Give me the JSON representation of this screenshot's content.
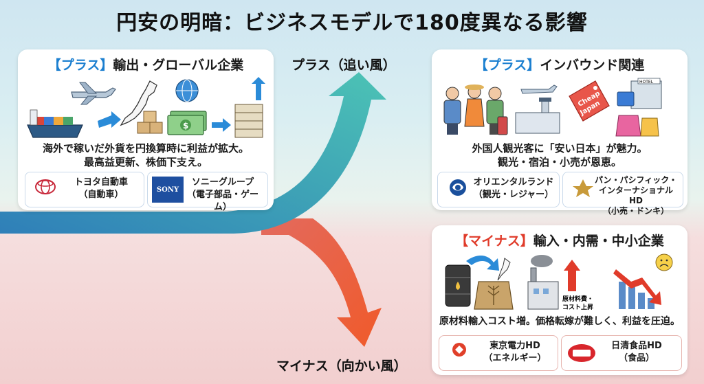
{
  "title": "円安の明暗：ビジネスモデルで180度異なる影響",
  "labels": {
    "plus_wind": "プラス（追い風）",
    "minus_wind": "マイナス（向かい風）"
  },
  "colors": {
    "plus_tag": "#1b7fd0",
    "minus_tag": "#e03b2a",
    "arrow_up": "#3fb3b0",
    "arrow_down": "#e8553f"
  },
  "export": {
    "tag": "【プラス】",
    "title": "輸出・グローバル企業",
    "desc_line1": "海外で稼いだ外貨を円換算時に利益が拡大。",
    "desc_line2": "最高益更新、株価下支え。",
    "companies": [
      {
        "name": "トヨタ自動車",
        "sector": "（自動車）",
        "logo_text": "トヨタ自動車"
      },
      {
        "name": "ソニーグループ",
        "sector": "（電子部品・ゲーム）",
        "logo_text": "SONY"
      }
    ]
  },
  "inbound": {
    "tag": "【プラス】",
    "title": "インバウンド関連",
    "desc_line1": "外国人観光客に「安い日本」が魅力。",
    "desc_line2": "観光・宿泊・小売が恩恵。",
    "tag_text_1": "Cheap",
    "tag_text_2": "Japan",
    "hotel_sign": "HOTEL",
    "companies": [
      {
        "name": "オリエンタルランド",
        "sector": "（観光・レジャー）",
        "logo_text": "オリエンタルランド"
      },
      {
        "name": "パン・パシフィック・",
        "name2": "インターナショナルHD",
        "sector": "（小売・ドンキ）",
        "logo_text": "パン・パシフィック・インターナショナルHD"
      }
    ]
  },
  "import": {
    "tag": "【マイナス】",
    "title": "輸入・内需・中小企業",
    "cost_label_1": "原材料費・",
    "cost_label_2": "コスト上昇",
    "desc_line1": "原材料輸入コスト増。価格転嫁が難しく、利益を圧迫。",
    "companies": [
      {
        "name": "東京電力HD",
        "sector": "（エネルギー）",
        "logo_text": "東京電力"
      },
      {
        "name": "日清食品HD",
        "sector": "（食品）",
        "logo_text": "日清食品"
      }
    ]
  }
}
